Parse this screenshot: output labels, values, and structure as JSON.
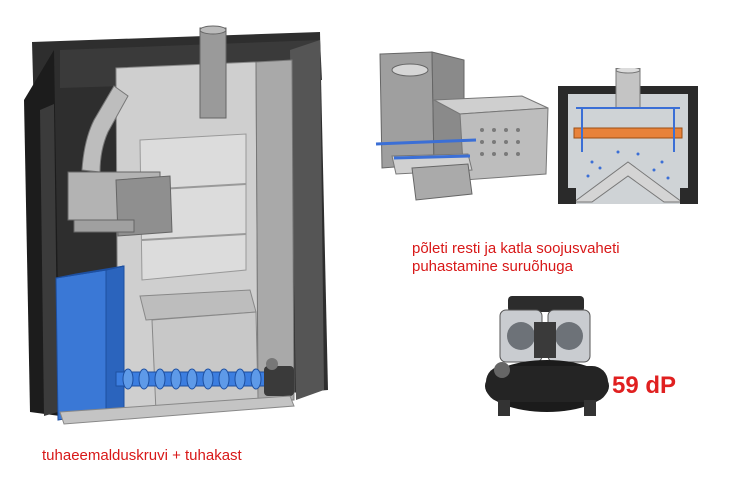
{
  "captions": {
    "cleaning_line1": "põleti resti ja katla soojusvaheti",
    "cleaning_line2": "puhastamine suruõhuga",
    "ash_removal": "tuhaeemalduskruvi + tuhakast",
    "compressor_rating": "59 dP"
  },
  "colors": {
    "caption": "#d81818",
    "rating": "#e02020",
    "ash_box": "#3a7ad8",
    "casing": "#2a2a2a",
    "steel": "#b9b9b9",
    "air_pipe": "#3b6fd6",
    "grate_plate": "#e8823a"
  },
  "images": {
    "boiler": "boiler-cutaway-illustration",
    "burner": "burner-grate-air-cleaning-illustration",
    "cross_section": "heat-exchanger-cross-section",
    "compressor": "air-compressor-photo"
  }
}
